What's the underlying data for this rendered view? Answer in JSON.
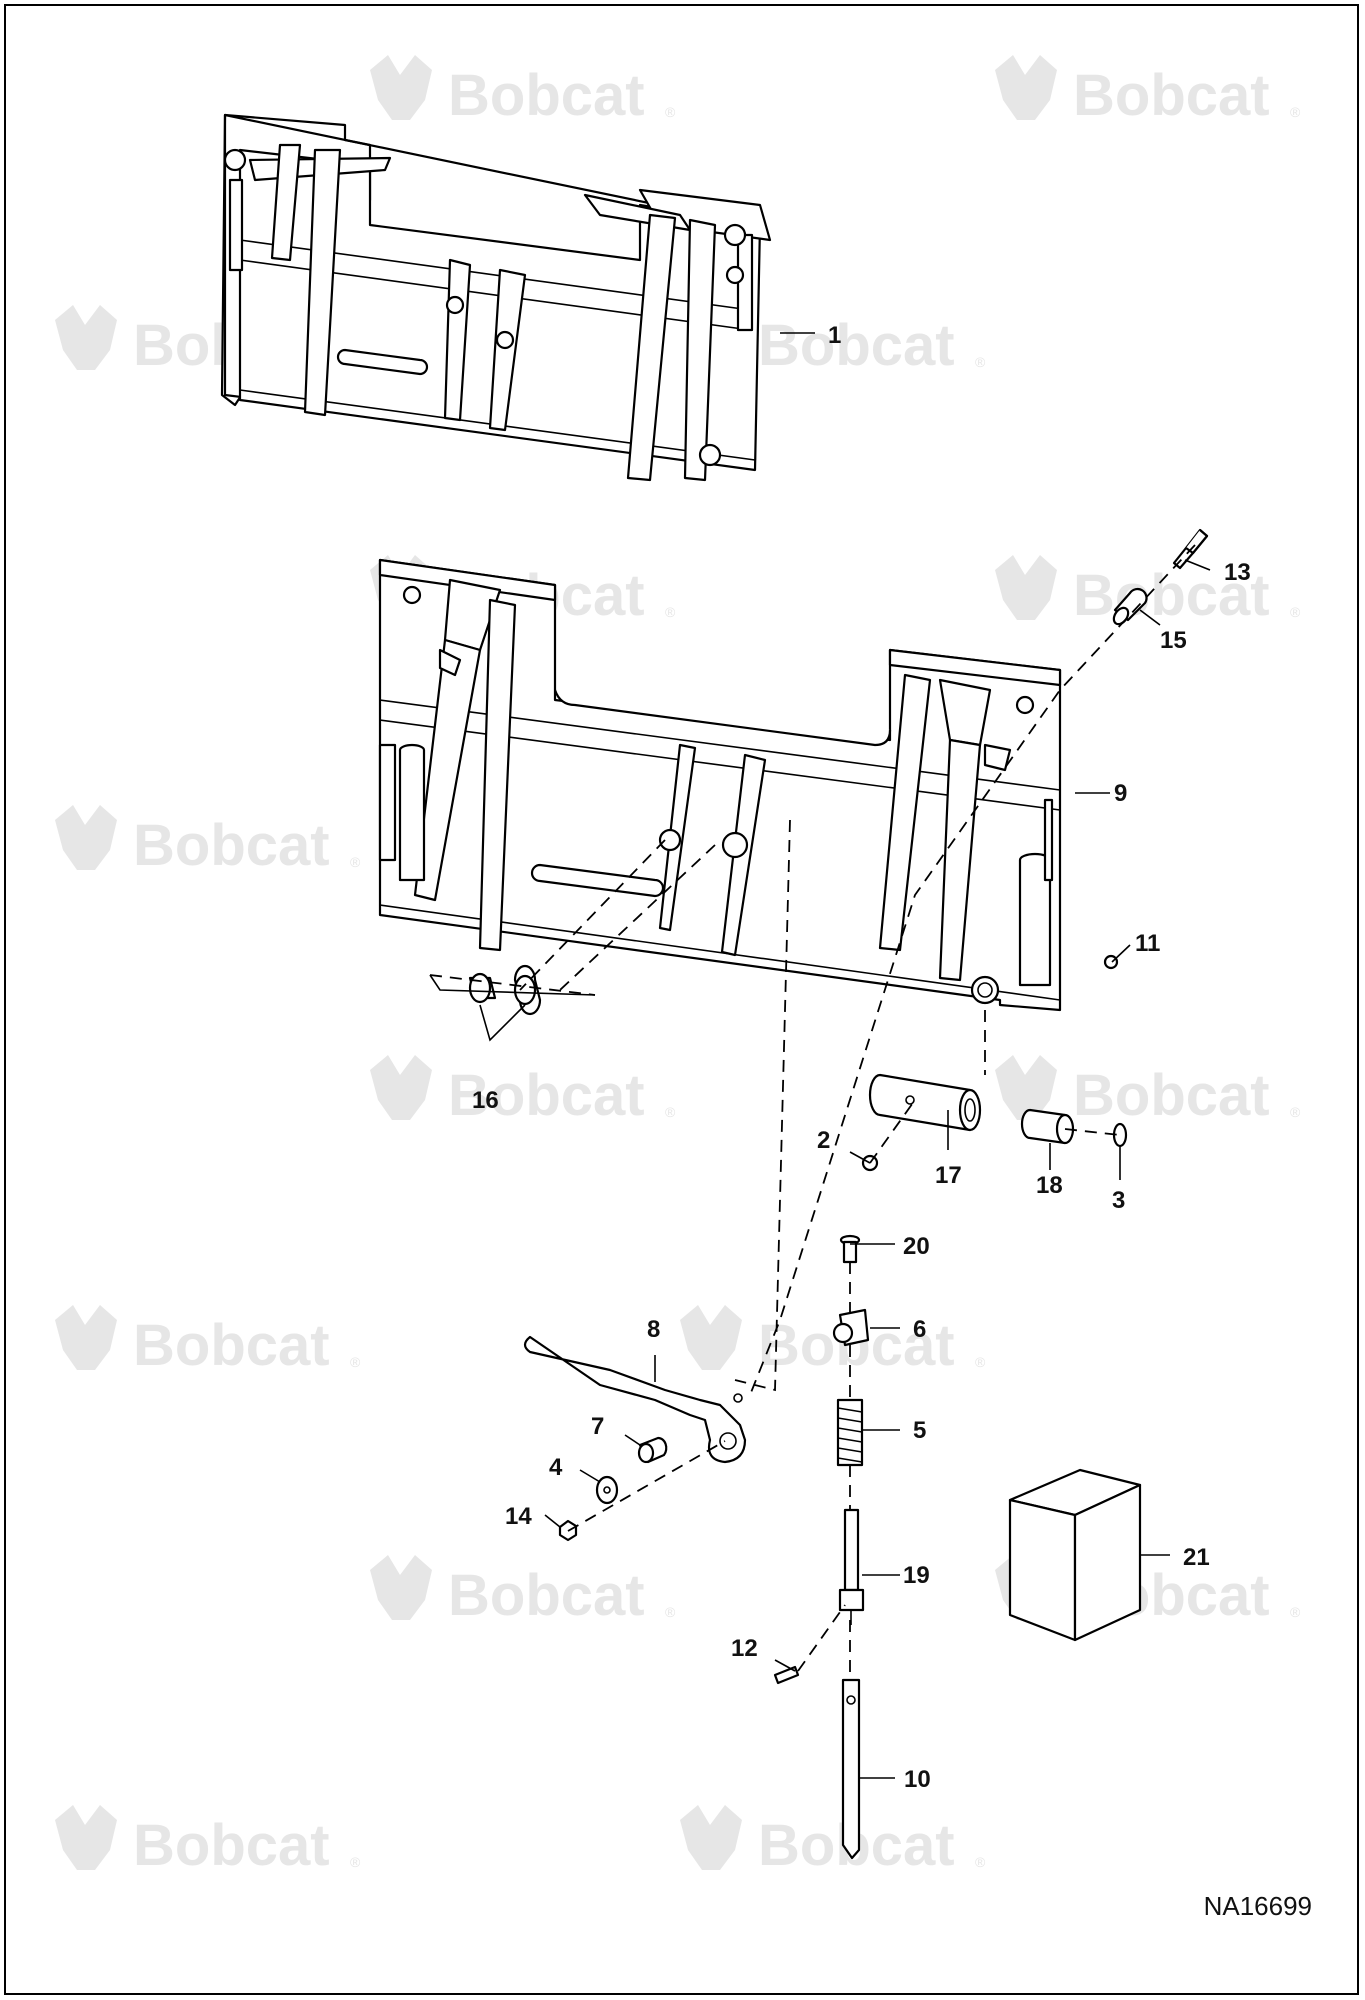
{
  "watermark": {
    "brand": "Bobcat",
    "mark": "®"
  },
  "document_number": "NA16699",
  "callouts": [
    {
      "id": "1",
      "text": "1"
    },
    {
      "id": "2",
      "text": "2"
    },
    {
      "id": "3",
      "text": "3"
    },
    {
      "id": "4",
      "text": "4"
    },
    {
      "id": "5",
      "text": "5"
    },
    {
      "id": "6",
      "text": "6"
    },
    {
      "id": "7",
      "text": "7"
    },
    {
      "id": "8",
      "text": "8"
    },
    {
      "id": "9",
      "text": "9"
    },
    {
      "id": "10",
      "text": "10"
    },
    {
      "id": "11",
      "text": "11"
    },
    {
      "id": "12",
      "text": "12"
    },
    {
      "id": "13",
      "text": "13"
    },
    {
      "id": "14",
      "text": "14"
    },
    {
      "id": "15",
      "text": "15"
    },
    {
      "id": "16",
      "text": "16"
    },
    {
      "id": "17",
      "text": "17"
    },
    {
      "id": "18",
      "text": "18"
    },
    {
      "id": "19",
      "text": "19"
    },
    {
      "id": "20",
      "text": "20"
    },
    {
      "id": "21",
      "text": "21"
    }
  ]
}
